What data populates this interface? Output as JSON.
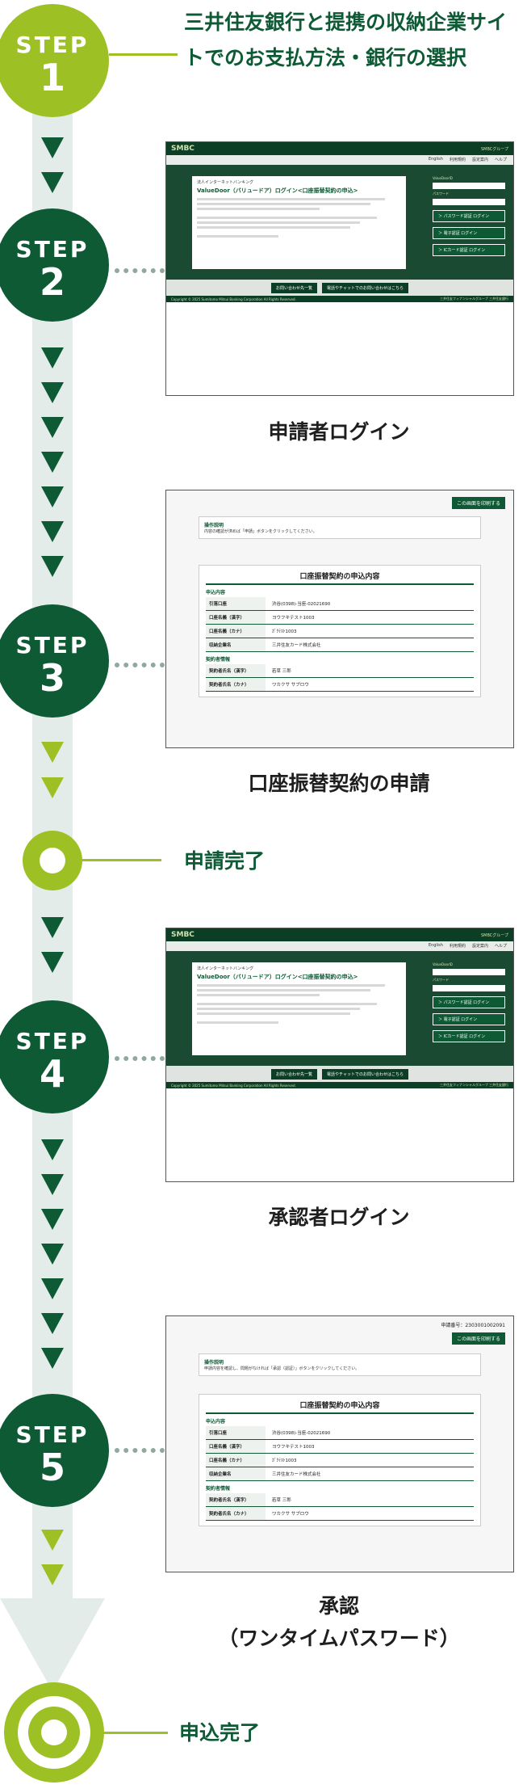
{
  "colors": {
    "dark_green": "#0d5a35",
    "lime": "#9dc124",
    "track": "#e3ece9"
  },
  "steps": {
    "step_word": "STEP",
    "s1": "1",
    "s2": "2",
    "s3": "3",
    "s4": "4",
    "s5": "5"
  },
  "intro_text": "三井住友銀行と提携の収納企業サイトでのお支払方法・銀行の選択",
  "labels": {
    "step2": "申請者ログイン",
    "step3": "口座振替契約の申請",
    "milestone": "申請完了",
    "step4": "承認者ログイン",
    "step5_line1": "承認",
    "step5_line2": "（ワンタイムパスワード）",
    "final": "申込完了"
  },
  "login_screen": {
    "logo": "SMBC",
    "group": "SMBCグループ",
    "bar": [
      "English",
      "利用規約",
      "設定案内",
      "ヘルプ"
    ],
    "subtitle": "法人インターネットバンキング",
    "title": "ValueDoor（バリュードア）ログイン<口座振替契約の申込>",
    "field1": "ValueDoorID",
    "field2": "パスワード",
    "btn1": "＞ パスワード認証 ログイン",
    "btn2": "＞ 電子認証 ログイン",
    "btn3": "＞ ICカード認証 ログイン",
    "footer_btn1": "お問い合わせ先一覧",
    "footer_btn2": "電話やチャットでのお問い合わせはこちら",
    "copyright": "Copyright © 2025 Sumitomo Mitsui Banking Corporation All Rights Reserved.",
    "footer_right": "三井住友フィナンシャルグループ 三井住友銀行"
  },
  "apply_screen": {
    "top_btn": "この画面を印刷する",
    "notice_title": "操作説明",
    "notice_text": "内容の確認が済めば「申請」ボタンをクリックしてください。",
    "form_title": "口座振替契約の申込内容",
    "section1": "申込内容",
    "rows1": [
      {
        "k": "引落口座",
        "v": "渋谷(0398)-当座-02021690"
      },
      {
        "k": "口座名義（漢字）",
        "v": "ヨウフキテスト1003"
      },
      {
        "k": "口座名義（カナ）",
        "v": "ｶﾞｸﾃｽﾄ1003"
      },
      {
        "k": "収納企業名",
        "v": "三井住友カード株式会社"
      }
    ],
    "section2": "契約者情報",
    "rows2": [
      {
        "k": "契約者氏名（漢字）",
        "v": "若草 三郎"
      },
      {
        "k": "契約者氏名（カナ）",
        "v": "ワカクサ サブロウ"
      }
    ]
  },
  "approve_screen": {
    "req_no": "申請番号：2303001002091",
    "top_btn": "この画面を印刷する",
    "notice_title": "操作説明",
    "notice_text": "申請内容を確認し、問題がなければ「承認（認証）」ボタンをクリックしてください。"
  }
}
